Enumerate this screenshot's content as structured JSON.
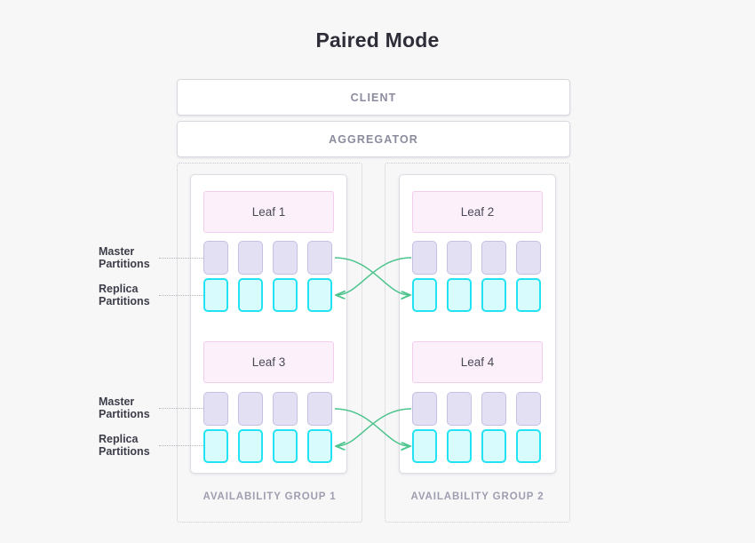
{
  "title": "Paired Mode",
  "top_nodes": [
    {
      "label": "CLIENT"
    },
    {
      "label": "AGGREGATOR"
    }
  ],
  "groups": [
    {
      "label": "AVAILABILITY GROUP 1",
      "leaves": [
        {
          "name": "Leaf 1",
          "master_partitions": [
            "",
            "",
            "",
            ""
          ],
          "replica_partitions": [
            "",
            "",
            "",
            ""
          ]
        },
        {
          "name": "Leaf 3",
          "master_partitions": [
            "",
            "",
            "",
            ""
          ],
          "replica_partitions": [
            "",
            "",
            "",
            ""
          ]
        }
      ]
    },
    {
      "label": "AVAILABILITY GROUP 2",
      "leaves": [
        {
          "name": "Leaf 2",
          "master_partitions": [
            "",
            "",
            "",
            ""
          ],
          "replica_partitions": [
            "",
            "",
            "",
            ""
          ]
        },
        {
          "name": "Leaf 4",
          "master_partitions": [
            "",
            "",
            "",
            ""
          ],
          "replica_partitions": [
            "",
            "",
            "",
            ""
          ]
        }
      ]
    }
  ],
  "annotations": {
    "master_label_line1": "Master",
    "master_label_line2": "Partitions",
    "replica_label_line1": "Replica",
    "replica_label_line2": "Partitions"
  },
  "colors": {
    "background": "#f7f7f8",
    "title_text": "#2e2e38",
    "topbar_fill": "#ffffff",
    "topbar_border": "#d9d9e0",
    "topbar_text": "#8b8b9e",
    "group_border": "#c9c9d2",
    "group_label_text": "#9e9eb0",
    "leafbox_fill": "#ffffff",
    "leafbox_border": "#dcdce3",
    "leaf_fill": "#fcf0fb",
    "leaf_border": "#f3cdec",
    "leaf_text": "#4a4a57",
    "master_fill": "#e4e0f3",
    "master_border": "#c7bfe3",
    "replica_fill": "#d8fbfd",
    "replica_border": "#23e2f2",
    "arrow_stroke": "#4cc48c",
    "leader_line": "#b5b5c2",
    "side_label_text": "#3d3d4a"
  }
}
